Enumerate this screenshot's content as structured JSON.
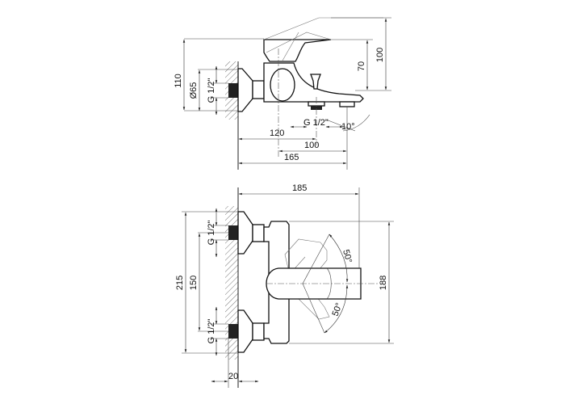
{
  "side_view": {
    "dims": {
      "height_total": "110",
      "flange_diameter": "Ø65",
      "inlet_thread": "G 1/2\"",
      "outlet_thread": "G 1/2\"",
      "lever_open_height": "100",
      "lever_height": "70",
      "outlet_offset": "120",
      "spout_from_center": "100",
      "spout_length": "165",
      "spout_angle": "10°"
    }
  },
  "top_view": {
    "dims": {
      "depth": "185",
      "body_height": "188",
      "total_height": "215",
      "inlet_spacing": "150",
      "upper_thread": "G 1/2\"",
      "lower_thread": "G 1/2\"",
      "lever_angle_up": "50°",
      "lever_angle_down": "50°",
      "wall_offset": "20"
    }
  }
}
